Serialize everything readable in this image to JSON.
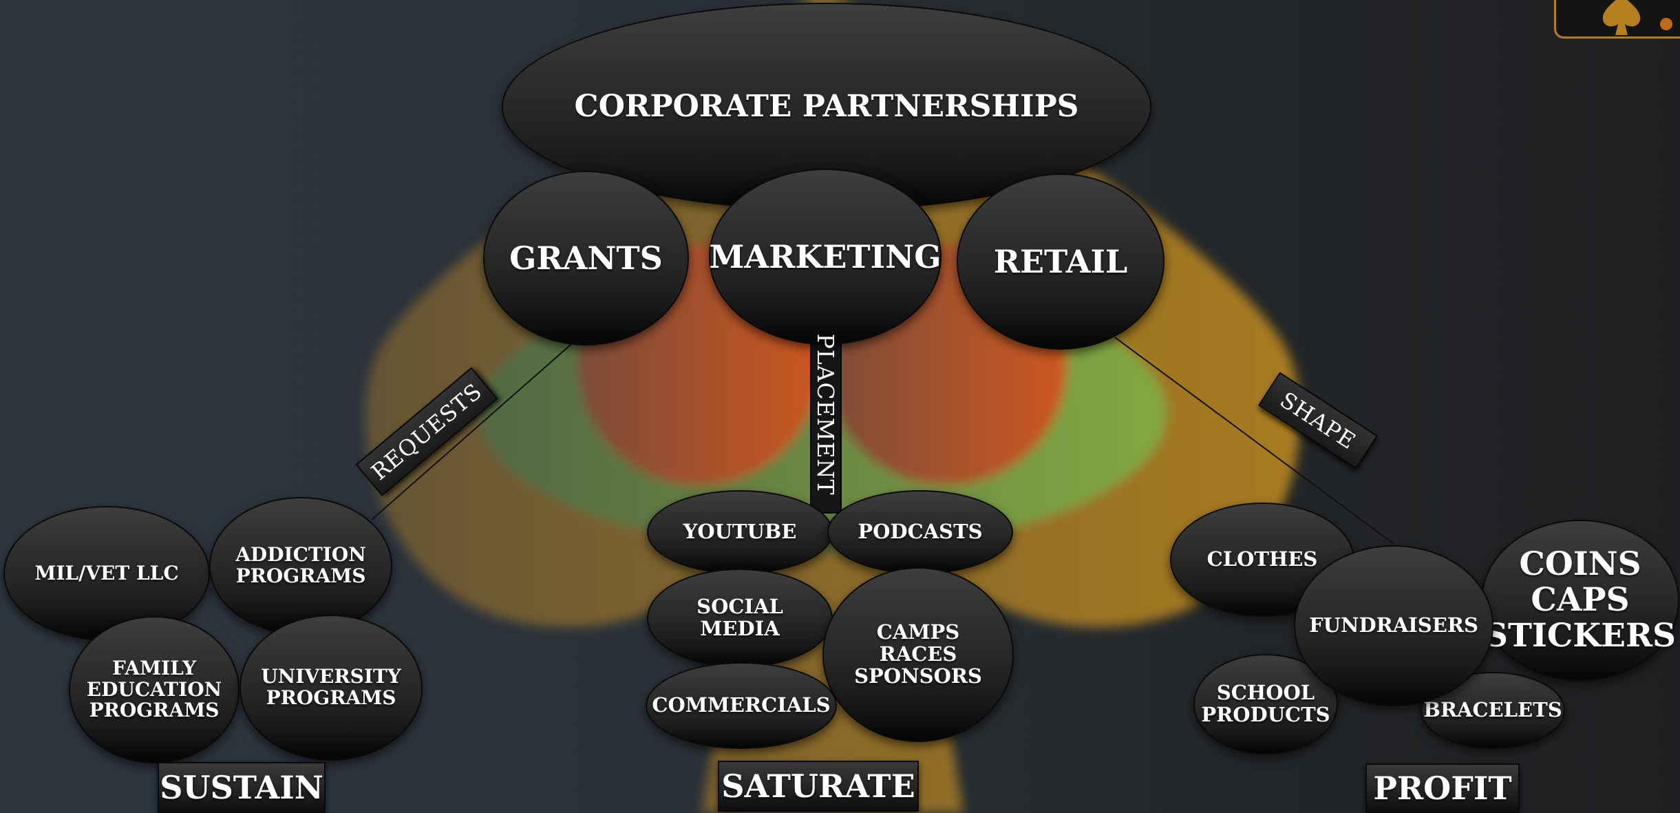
{
  "colors": {
    "spade_outer": "#b57f1f",
    "spade_green": "#78a548",
    "spade_red": "#c9542a",
    "node_dark": "#1b1b1b",
    "text": "#ffffff"
  },
  "logo": {
    "icon": "spade-icon"
  },
  "top": {
    "label": "CORPORATE PARTNERSHIPS"
  },
  "branches": {
    "grants": "GRANTS",
    "marketing": "MARKETING",
    "retail": "RETAIL"
  },
  "connectors": {
    "requests": "REQUESTS",
    "placement": "PLACEMENT",
    "shape": "SHAPE"
  },
  "sustain": {
    "label": "SUSTAIN",
    "items": {
      "milvet": "MIL/VET LLC",
      "addiction": "ADDICTION\nPROGRAMS",
      "family": "FAMILY\nEDUCATION\nPROGRAMS",
      "university": "UNIVERSITY\nPROGRAMS"
    }
  },
  "saturate": {
    "label": "SATURATE",
    "items": {
      "youtube": "YOUTUBE",
      "podcasts": "PODCASTS",
      "social": "SOCIAL\nMEDIA",
      "camps": "CAMPS\nRACES\nSPONSORS",
      "commercials": "COMMERCIALS"
    }
  },
  "profit": {
    "label": "PROFIT",
    "items": {
      "clothes": "CLOTHES",
      "fundraisers": "FUNDRAISERS",
      "coins": "COINS\nCAPS\nSTICKERS",
      "school": "SCHOOL\nPRODUCTS",
      "bracelets": "BRACELETS"
    }
  }
}
